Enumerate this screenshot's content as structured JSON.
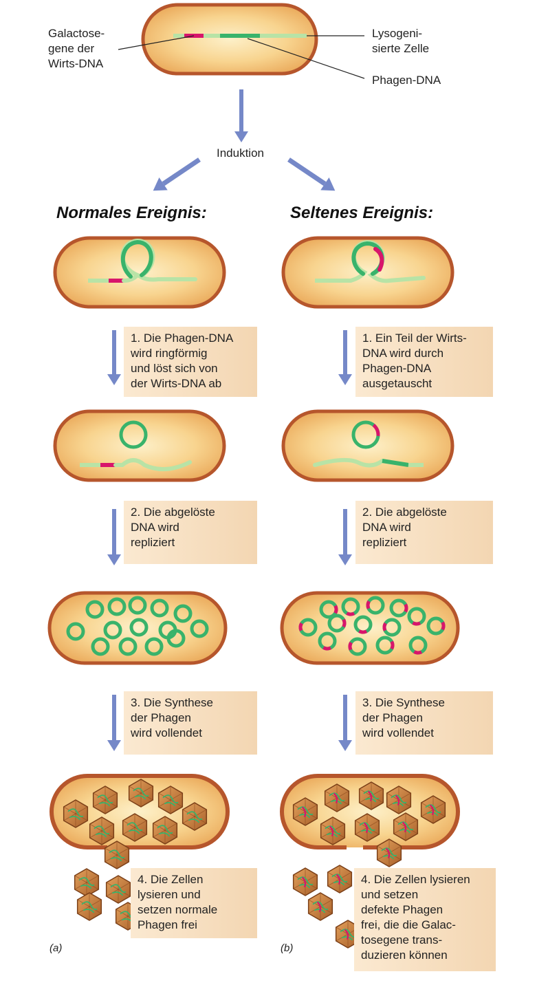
{
  "colors": {
    "cell_border": "#b6562c",
    "cytoplasm_center": "#fce7b8",
    "cytoplasm_edge": "#efb66a",
    "host_dna": "#b8e3a6",
    "phage_dna": "#39b36b",
    "galactose_genes": "#d8156b",
    "arrow": "#7588c8",
    "capsid": "#c97b3b"
  },
  "top": {
    "label_left": "Galactose-\ngene der\nWirts-DNA",
    "label_right_cell": "Lysogeni-\nsierte Zelle",
    "label_right_dna": "Phagen-DNA",
    "induction": "Induktion"
  },
  "columns": {
    "normal": {
      "heading": "Normales Ereignis:",
      "panel": "(a)",
      "steps": [
        "1. Die Phagen-DNA\n    wird ringförmig\n    und löst sich von\n    der Wirts-DNA ab",
        "2. Die abgelöste\n    DNA wird\n    repliziert",
        "3. Die Synthese\n    der Phagen\n    wird vollendet",
        "4. Die Zellen\n    lysieren und\n    setzen normale\n    Phagen frei"
      ]
    },
    "rare": {
      "heading": "Seltenes Ereignis:",
      "panel": "(b)",
      "steps": [
        "1. Ein Teil der Wirts-\n    DNA wird durch\n    Phagen-DNA\n    ausgetauscht",
        "2. Die abgelöste\n    DNA wird\n    repliziert",
        "3. Die Synthese\n    der Phagen\n    wird vollendet",
        "4. Die Zellen lysieren\n    und setzen\n    defekte Phagen\n    frei, die die Galac-\n    tosegene  trans-\n    duzieren können"
      ]
    }
  }
}
